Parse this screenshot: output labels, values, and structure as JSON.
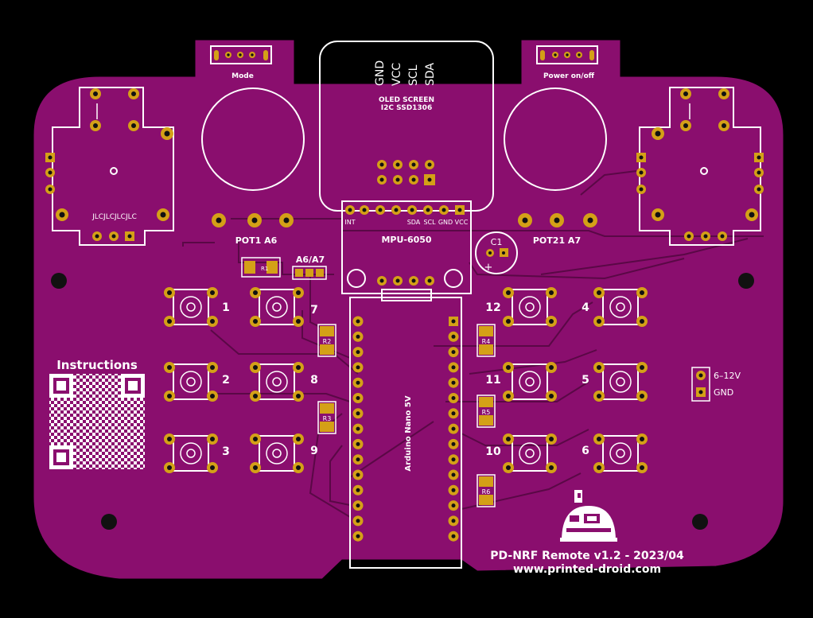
{
  "board": {
    "title_line1": "PD-NRF Remote v1.2 - 2023/04",
    "title_line2": "www.printed-droid.com",
    "colors": {
      "pcb": "#8a0e6e",
      "pcb_dark": "#6e0a57",
      "silkscreen": "#ffffff",
      "pad_gold": "#d4a017",
      "hole": "#111111",
      "trace": "#5a0846"
    }
  },
  "headers": {
    "mode_label": "Mode",
    "power_label": "Power on/off",
    "power_in_1": "6–12V",
    "power_in_2": "GND"
  },
  "oled": {
    "pin_labels": [
      "GND",
      "VCC",
      "SCL",
      "SDA"
    ],
    "title_line1": "OLED SCREEN",
    "title_line2": "I2C SSD1306"
  },
  "mpu": {
    "label": "MPU-6050",
    "pins": [
      "INT",
      "SDA",
      "SCL",
      "GND",
      "VCC"
    ]
  },
  "pots": {
    "left_label": "POT1 A6",
    "right_label": "POT21 A7",
    "jumper_label": "A6/A7"
  },
  "joystick_left_label": "JLCJLCJLCJLC",
  "arduino_label": "Arduino Nano 5V",
  "instructions_label": "Instructions",
  "capacitor_label": "C1",
  "capacitor_plus": "+",
  "resistors": [
    "R1",
    "R2",
    "R3",
    "R4",
    "R5",
    "R6"
  ],
  "buttons": {
    "left": [
      "1",
      "2",
      "3",
      "7",
      "8",
      "9"
    ],
    "right": [
      "12",
      "11",
      "10",
      "4",
      "5",
      "6"
    ]
  }
}
